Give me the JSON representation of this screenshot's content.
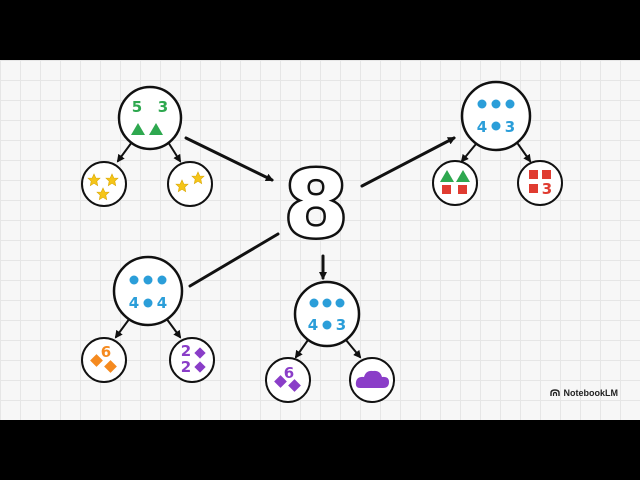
{
  "colors": {
    "green": "#2ea84f",
    "blue": "#2b9ed9",
    "yellow": "#f5c518",
    "red": "#e03c31",
    "orange": "#f58a1f",
    "purple": "#8a3dc8",
    "ink": "#111111"
  },
  "center": {
    "number": "8"
  },
  "top_left": {
    "top": {
      "left_digit": "5",
      "right_digit": "3",
      "shape_icon": "triangle-icon"
    },
    "left_child": {
      "shape_icon": "star-icon"
    },
    "right_child": {
      "shape_icon": "star-icon"
    }
  },
  "top_right": {
    "top": {
      "left_digit": "4",
      "right_digit": "3"
    },
    "left_child": {
      "shape_icon": "triangle-icon",
      "shape_icon_2": "square-icon"
    },
    "right_child": {
      "digit": "3",
      "shape_icon": "square-icon"
    }
  },
  "bottom_left": {
    "top": {
      "left_digit": "4",
      "right_digit": "4"
    },
    "left_child": {
      "digit": "6",
      "shape_icon": "diamond-icon"
    },
    "right_child": {
      "digit_top": "2",
      "digit_bottom": "2",
      "shape_icon": "diamond-icon"
    }
  },
  "bottom_center": {
    "top": {
      "left_digit": "4",
      "right_digit": "3"
    },
    "left_child": {
      "digit": "6",
      "shape_icon": "diamond-icon"
    },
    "right_child": {
      "shape_icon": "cloud-icon"
    }
  },
  "brand": {
    "label": "NotebookLM",
    "icon": "notebooklm-logo-icon"
  }
}
